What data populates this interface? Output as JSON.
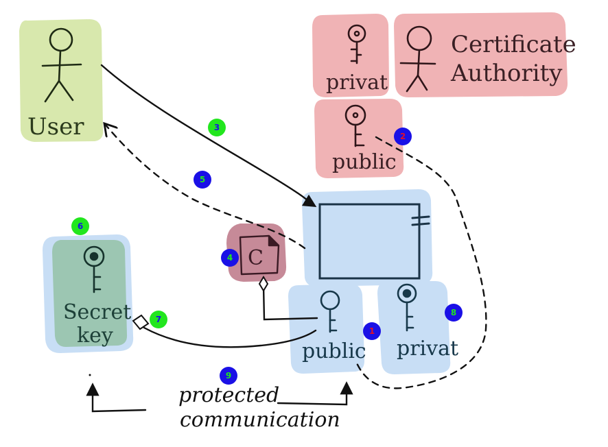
{
  "user": {
    "label": "User",
    "icon": "stick-figure-icon"
  },
  "ca": {
    "title_line1": "Certificate",
    "title_line2": "Authority",
    "private_key_label": "privat",
    "public_key_label": "public",
    "icon": "stick-figure-icon"
  },
  "server": {
    "public_key_label": "public",
    "private_key_label": "privat",
    "certificate_glyph": "C"
  },
  "secret": {
    "label_line1": "Secret",
    "label_line2": "key"
  },
  "note": {
    "line1": "protected",
    "line2": "communication"
  },
  "steps": [
    {
      "n": "1",
      "color": "#1a10e6",
      "text_color": "#e0102a"
    },
    {
      "n": "2",
      "color": "#1a10e6",
      "text_color": "#e0102a"
    },
    {
      "n": "3",
      "color": "#22e61e",
      "text_color": "#1a10e6"
    },
    {
      "n": "4",
      "color": "#1a10e6",
      "text_color": "#22e61e"
    },
    {
      "n": "5",
      "color": "#1a10e6",
      "text_color": "#22e61e"
    },
    {
      "n": "6",
      "color": "#22e61e",
      "text_color": "#1a10e6"
    },
    {
      "n": "7",
      "color": "#22e61e",
      "text_color": "#1a10e6"
    },
    {
      "n": "8",
      "color": "#1a10e6",
      "text_color": "#22e61e"
    },
    {
      "n": "9",
      "color": "#1a10e6",
      "text_color": "#22e61e"
    }
  ],
  "colors": {
    "user_bg": "#d8e8ad",
    "ca_bg": "#f0b3b5",
    "server_bg": "#c8def5",
    "secret_bg": "#9cc6b2",
    "cert_bg": "#c68a98"
  }
}
